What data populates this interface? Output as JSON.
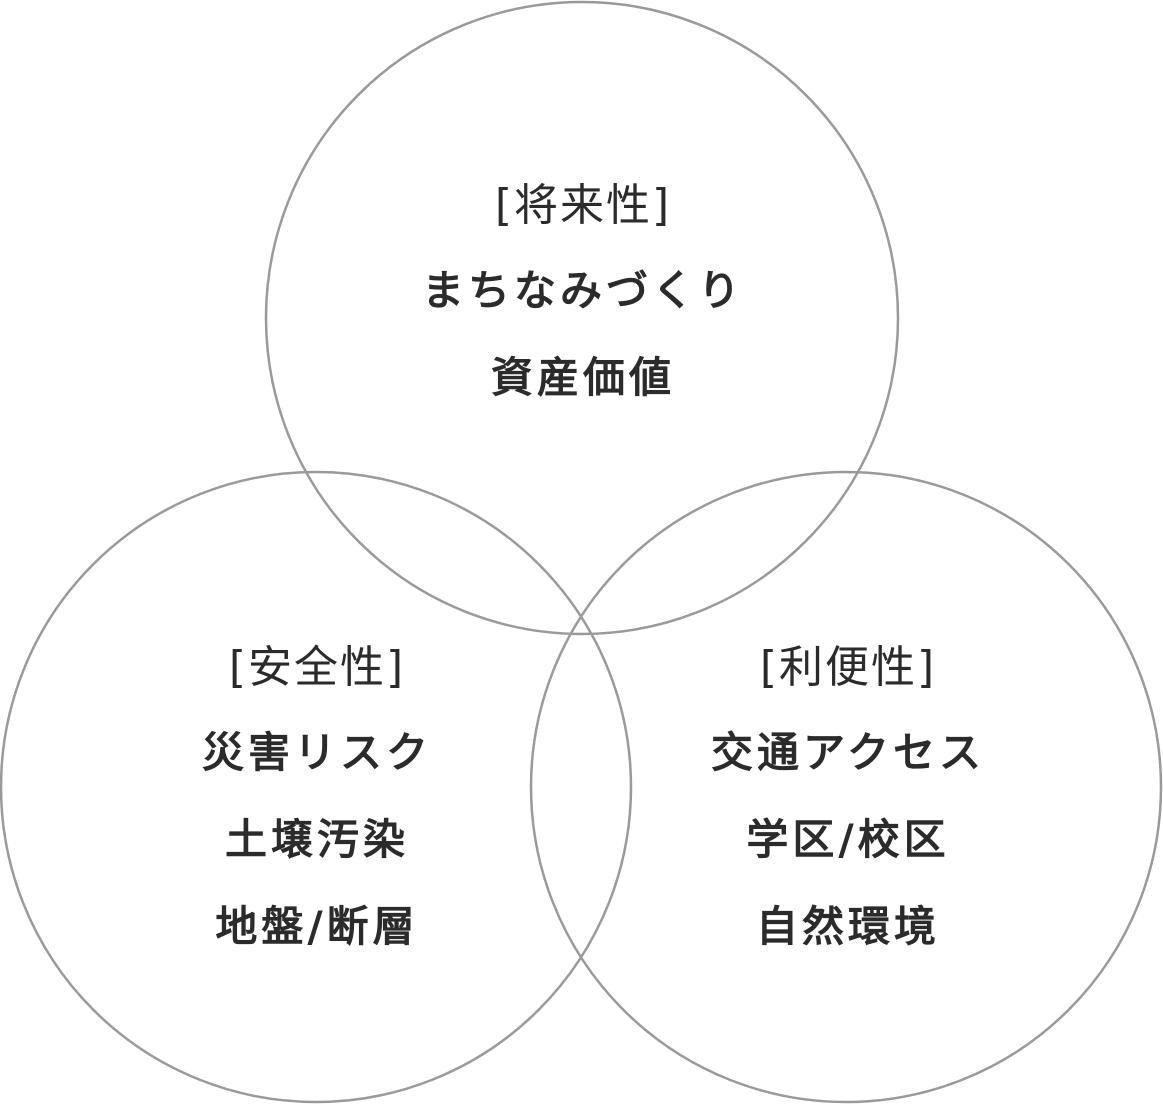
{
  "colors": {
    "circle_stroke": "#9a9a9a",
    "text": "#2b2b2b",
    "background": "#ffffff"
  },
  "circles": [
    {
      "title": "[将来性]",
      "items": [
        "まちなみづくり",
        "資産価値"
      ]
    },
    {
      "title": "[安全性]",
      "items": [
        "災害リスク",
        "土壌汚染",
        "地盤/断層"
      ]
    },
    {
      "title": "[利便性]",
      "items": [
        "交通アクセス",
        "学区/校区",
        "自然環境"
      ]
    }
  ]
}
